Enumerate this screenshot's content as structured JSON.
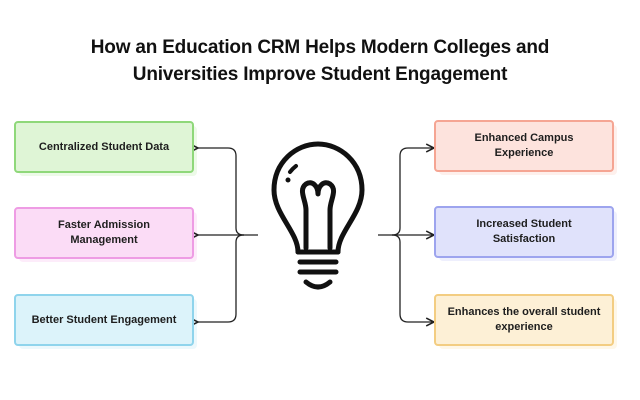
{
  "title": {
    "line1": "How an Education CRM Helps Modern Colleges and",
    "line2": "Universities Improve Student Engagement"
  },
  "left_items": [
    {
      "label": "Centralized Student Data",
      "fill": "#dff5d6",
      "border": "#8fd87a"
    },
    {
      "label": "Faster Admission Management",
      "fill": "#fbdcf6",
      "border": "#ee9ce4"
    },
    {
      "label": "Better Student Engagement",
      "fill": "#dcf3fa",
      "border": "#8fd4ec"
    }
  ],
  "right_items": [
    {
      "label": "Enhanced Campus Experience",
      "fill": "#fde3dd",
      "border": "#f5a593"
    },
    {
      "label": "Increased Student Satisfaction",
      "fill": "#e0e2fb",
      "border": "#9da4ee"
    },
    {
      "label": "Enhances the overall student experience",
      "fill": "#fdf0d6",
      "border": "#f3cd82"
    }
  ],
  "center_icon": "lightbulb-icon"
}
